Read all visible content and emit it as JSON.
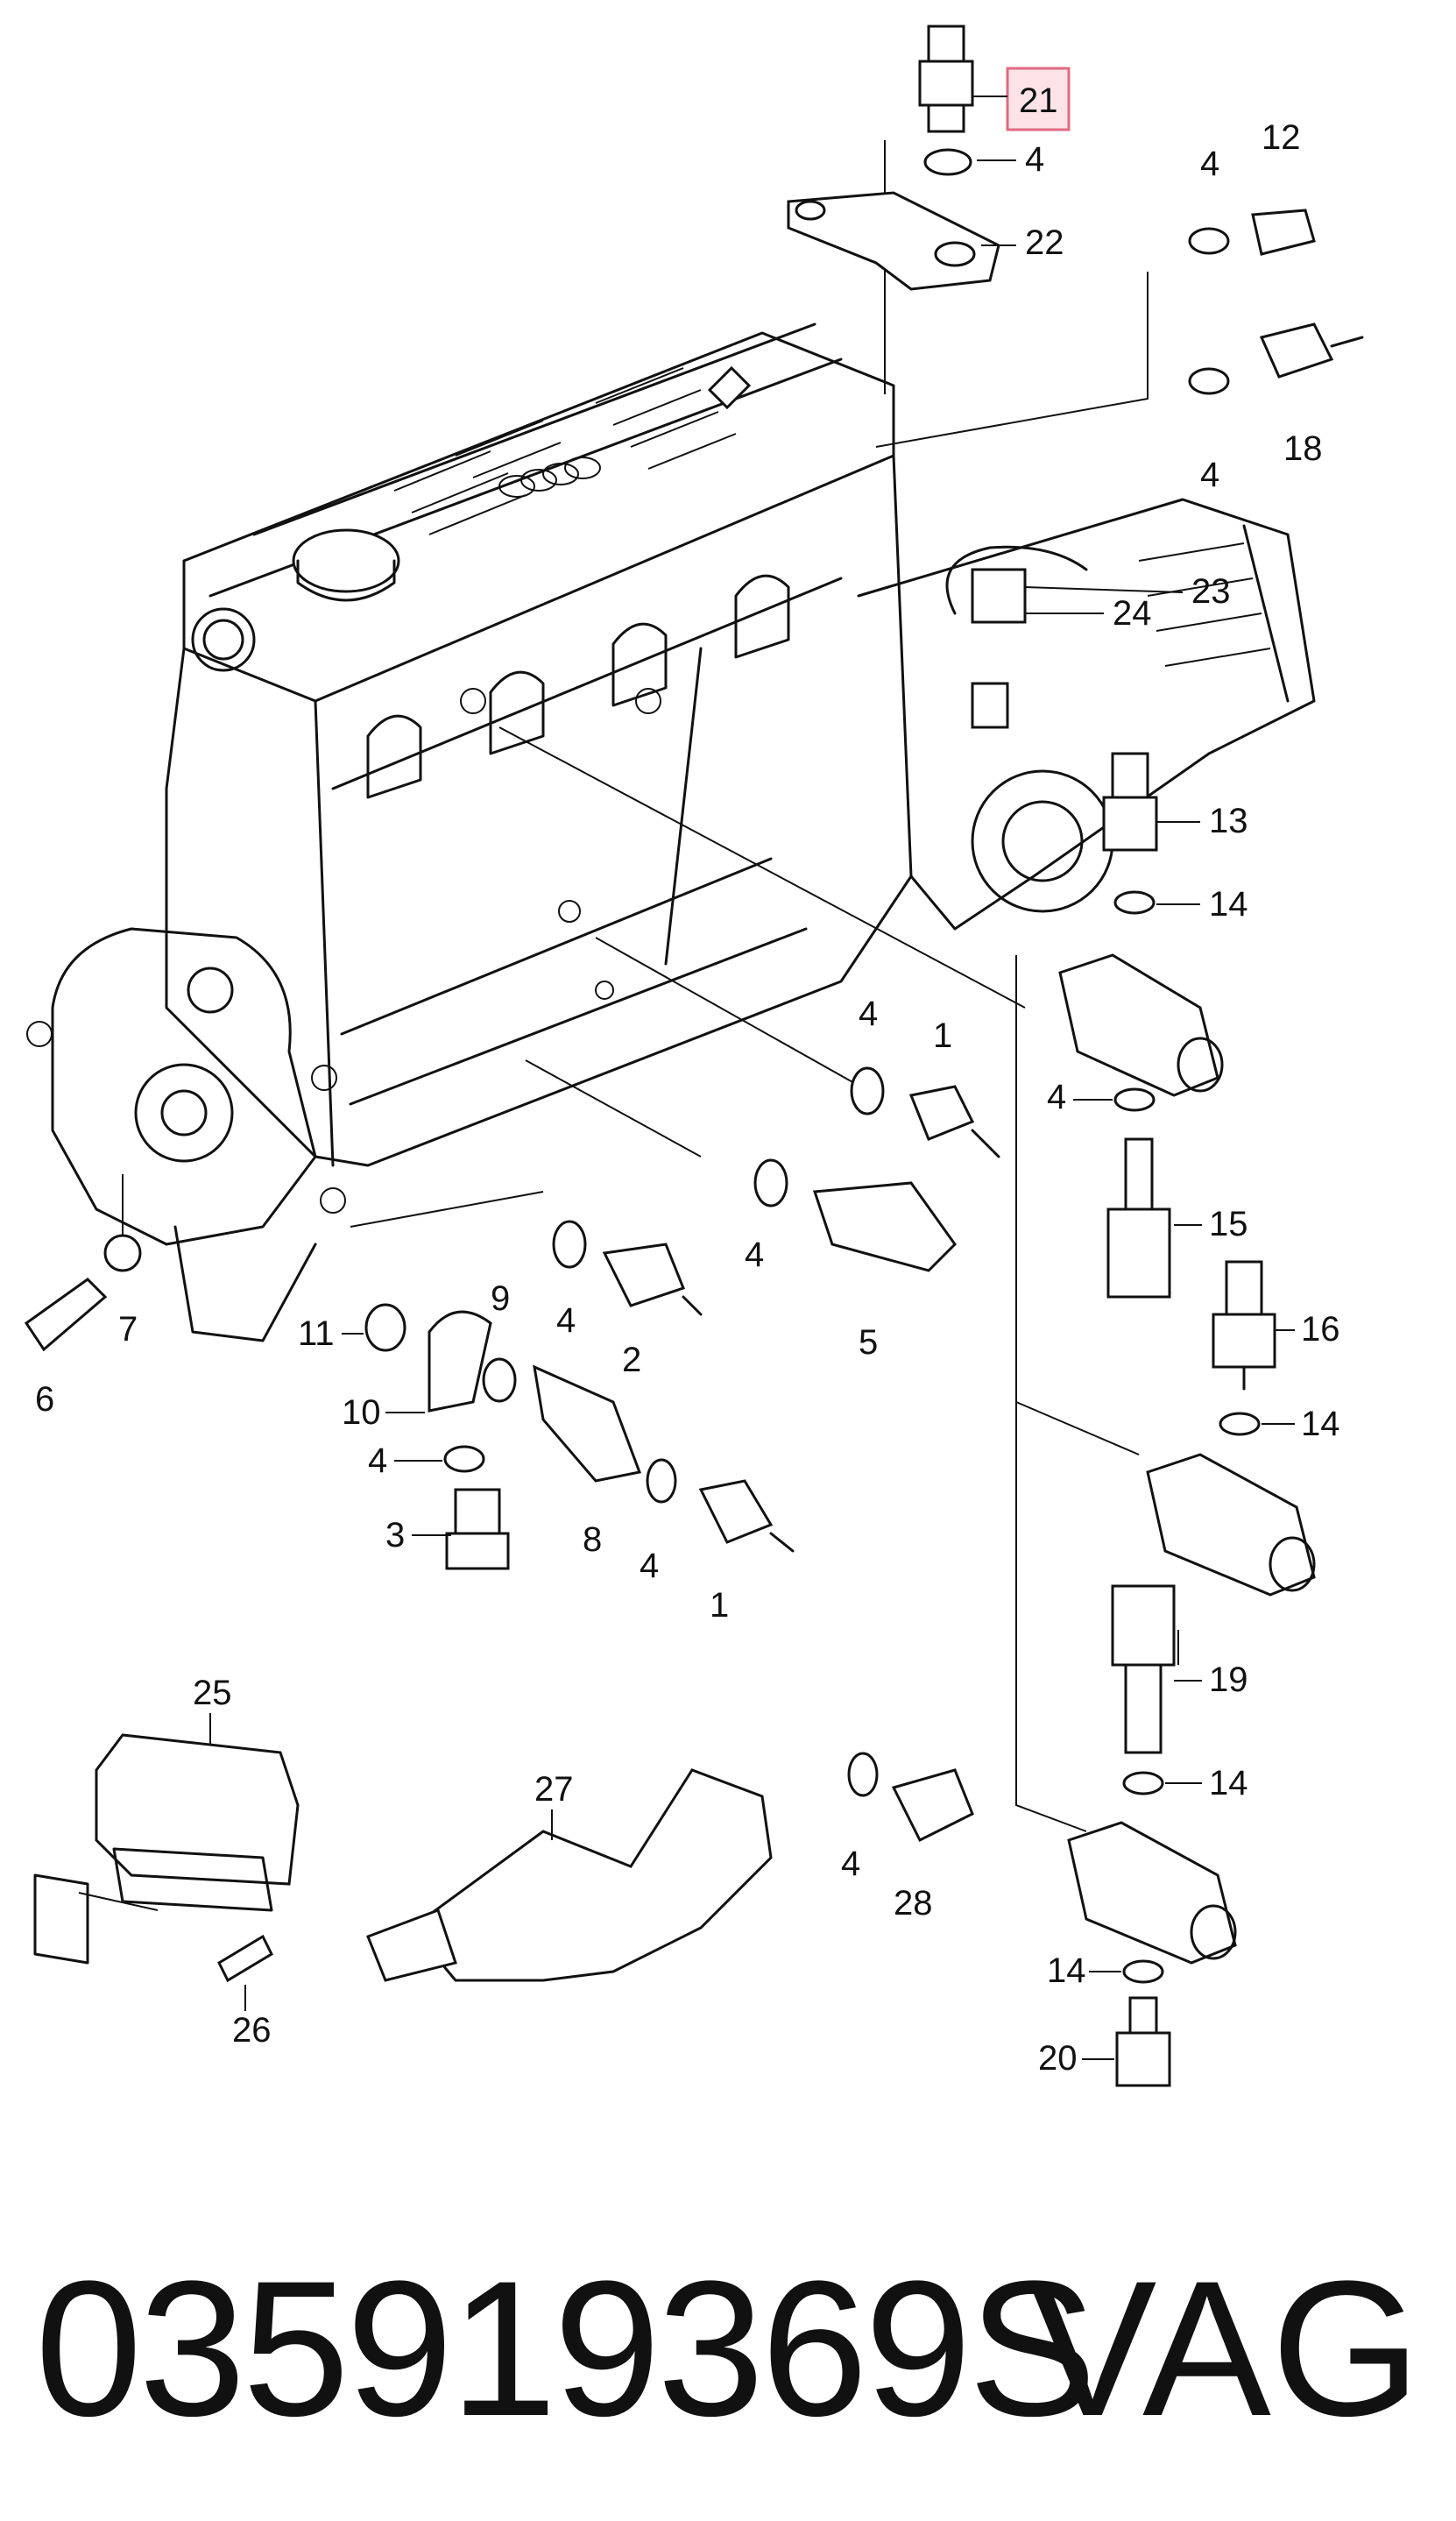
{
  "callouts": {
    "c21": "21",
    "c4a": "4",
    "c22": "22",
    "c12": "12",
    "c4b": "4",
    "c18": "18",
    "c4c": "4",
    "c23": "23",
    "c24": "24",
    "c13": "13",
    "c14a": "14",
    "c4d": "4",
    "c1a": "1",
    "c4e": "4",
    "c15": "15",
    "c16": "16",
    "c4f": "4",
    "c5": "5",
    "c4g": "4",
    "c2": "2",
    "c9": "9",
    "c11": "11",
    "c7": "7",
    "c6": "6",
    "c10": "10",
    "c4h": "4",
    "c3": "3",
    "c8": "8",
    "c4i": "4",
    "c1b": "1",
    "c14b": "14",
    "c19": "19",
    "c25": "25",
    "c27": "27",
    "c4j": "4",
    "c28": "28",
    "c14c": "14",
    "c14d": "14",
    "c26": "26",
    "c20": "20"
  },
  "footer": {
    "part_number": "035919369S",
    "brand": "VAG"
  },
  "colors": {
    "highlight_fill": "#fbe3e8",
    "highlight_stroke": "#e26a80",
    "line": "#111111"
  }
}
